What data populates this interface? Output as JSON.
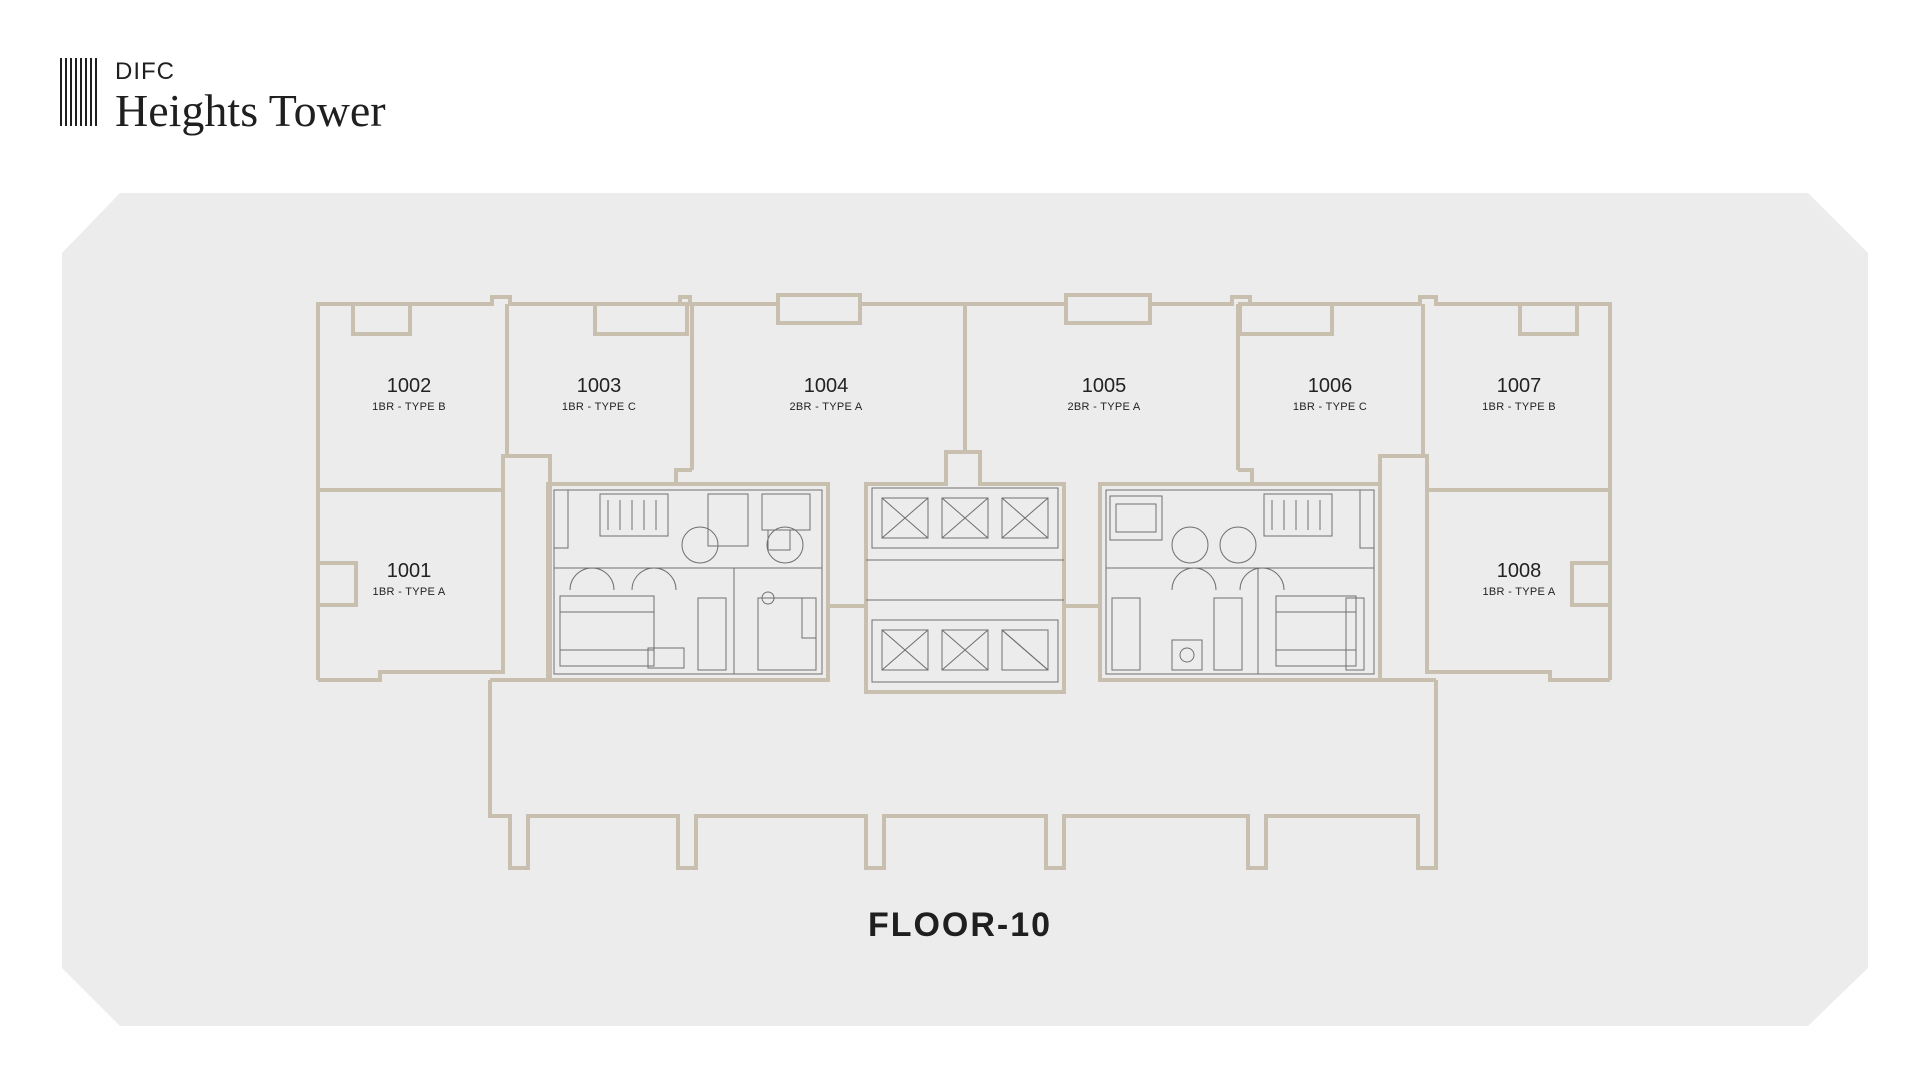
{
  "brand": {
    "line1": "DIFC",
    "line2": "Heights Tower"
  },
  "floor_title": "FLOOR-10",
  "units": [
    {
      "number": "1001",
      "type": "1BR - TYPE A"
    },
    {
      "number": "1002",
      "type": "1BR - TYPE B"
    },
    {
      "number": "1003",
      "type": "1BR - TYPE C"
    },
    {
      "number": "1004",
      "type": "2BR - TYPE A"
    },
    {
      "number": "1005",
      "type": "2BR - TYPE A"
    },
    {
      "number": "1006",
      "type": "1BR - TYPE C"
    },
    {
      "number": "1007",
      "type": "1BR - TYPE B"
    },
    {
      "number": "1008",
      "type": "1BR - TYPE A"
    }
  ],
  "colors": {
    "background_panel": "#ececec",
    "wall": "#c9bfae",
    "core_lines": "#6f6f6f",
    "text": "#1f1f1f"
  }
}
